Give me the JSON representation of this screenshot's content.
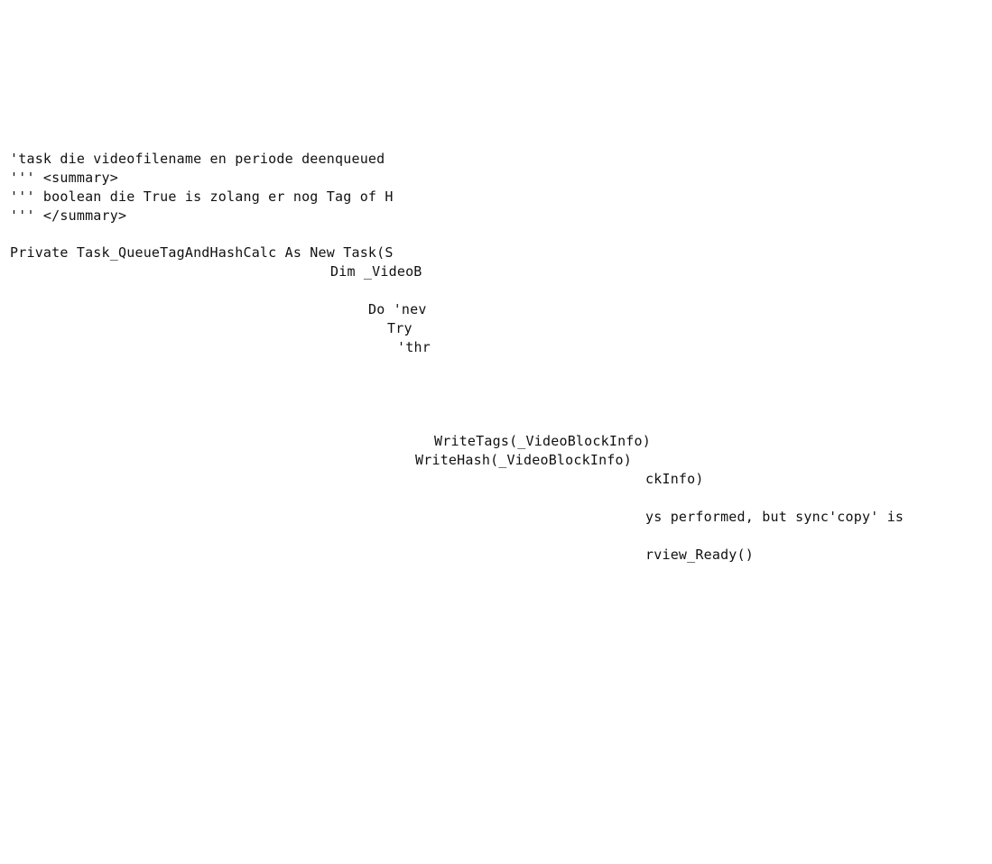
{
  "code": {
    "left_block": [
      "'task die videofilename en periode deenqueued",
      "''' <summary>",
      "''' boolean die True is zolang er nog Tag of H",
      "''' </summary>",
      "Private Task_QueueTagAndHashCalc As New Task(S",
      "Dim _VideoB",
      "Do 'nev",
      "Try",
      "'thr"
    ],
    "middle_block": [
      "WriteTags(_VideoBlockInfo)",
      "WriteHash(_VideoBlockInfo)"
    ],
    "right_block": [
      "ckInfo)",
      "ys performed, but sync'copy' is",
      "rview_Ready()"
    ]
  }
}
